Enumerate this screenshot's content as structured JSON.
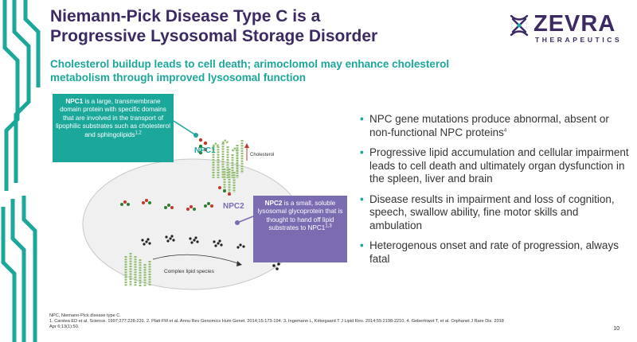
{
  "slide": {
    "title_line1": "Niemann-Pick Disease Type C is a",
    "title_line2": "Progressive Lysosomal Storage Disorder",
    "subtitle_line1": "Cholesterol buildup leads to cell death; arimoclomol may enhance cholesterol",
    "subtitle_line2": "metabolism through improved lysosomal function",
    "page_number": "10"
  },
  "logo": {
    "name": "ZEVRA",
    "tagline": "THERAPEUTICS",
    "mark_icon": "zevra-logo-mark-icon"
  },
  "diagram": {
    "npc1_box": {
      "bold": "NPC1",
      "text": " is a large, transmembrane domain protein with specific domains that are involved in the transport of lipophilic substrates such as cholesterol and sphingolipids",
      "ref": "1,2"
    },
    "npc2_box": {
      "bold": "NPC2",
      "text": " is a small, soluble lysosomal glycoprotein that is thought to hand off lipid substrates to NPC1",
      "ref": "1,3"
    },
    "label_npc1": "NPC1",
    "label_npc2": "NPC2",
    "label_cholesterol": "Cholesterol",
    "label_complex_lipid": "Complex lipid species"
  },
  "bullets": [
    {
      "text": "NPC gene mutations produce abnormal, absent or non-functional NPC proteins",
      "ref": "4"
    },
    {
      "text": "Progressive lipid accumulation and cellular impairment leads to cell death and ultimately organ dysfunction in the spleen, liver and brain",
      "ref": ""
    },
    {
      "text": "Disease results in impairment and loss of cognition, speech, swallow ability, fine motor skills and ambulation",
      "ref": ""
    },
    {
      "text": "Heterogenous onset and rate of progression, always fatal",
      "ref": ""
    }
  ],
  "footnotes": {
    "abbrev": "NPC, Niemann-Pick disease type C.",
    "refs_line1": "1. Carstea ED et al. Science. 1997;277:228-231. 2. Platt FM et al. Annu Rev Genomics Hum Genet. 2014;15:173-194. 3. Ingemann L, Kirkegaard T J Lipid Res. 2014;55:2198-2210. 4. Geberhiwot T, et al. Orphanet J Rare Dis. 2018",
    "refs_line2": "Apr 6;13(1):50."
  },
  "colors": {
    "title": "#3b2a63",
    "accent_teal": "#1ba79a",
    "accent_purple": "#7b6bb0",
    "membrane_green": "#8fbc6c"
  }
}
